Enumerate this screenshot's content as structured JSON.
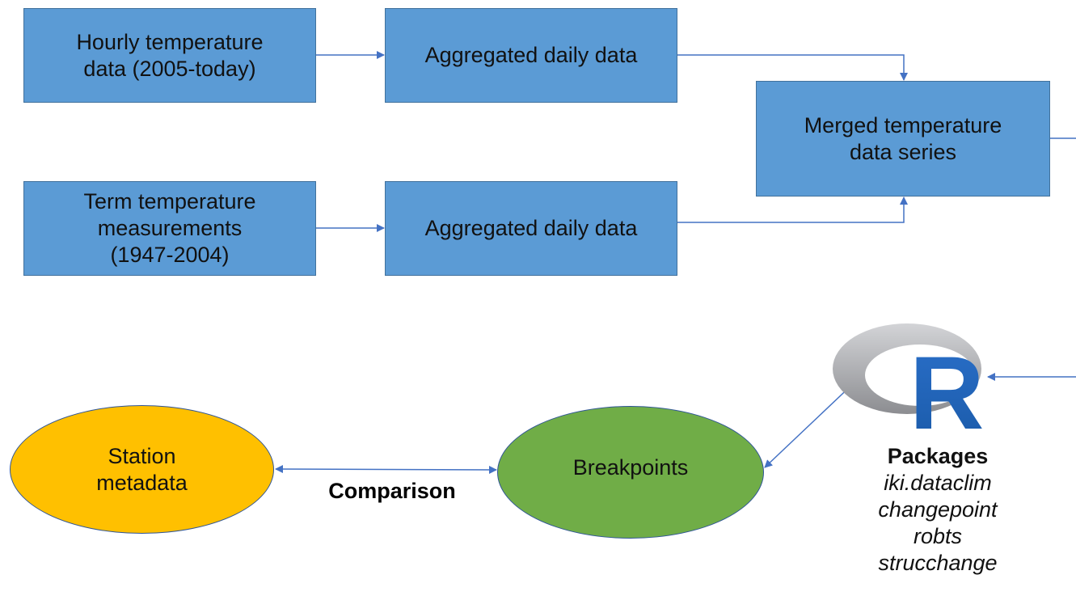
{
  "nodes": {
    "hourly": "Hourly temperature\ndata (2005-today)",
    "agg_top": "Aggregated daily data",
    "merged": "Merged temperature\ndata series",
    "term": "Term temperature\nmeasurements\n(1947-2004)",
    "agg_bottom": "Aggregated daily data",
    "station": "Station\nmetadata",
    "breakpoints": "Breakpoints"
  },
  "labels": {
    "comparison": "Comparison"
  },
  "r_logo": {
    "letter": "R",
    "icon": "r-logo-icon"
  },
  "packages": {
    "title": "Packages",
    "items": [
      "iki.dataclim",
      "changepoint",
      "robts",
      "strucchange"
    ]
  },
  "colors": {
    "box_fill": "#5b9bd5",
    "box_border": "#41719c",
    "station_fill": "#ffc000",
    "station_border": "#2f5597",
    "breakpoints_fill": "#70ad47",
    "breakpoints_border": "#2f5597",
    "connector": "#4472c4",
    "r_blue": "#1f62b8",
    "r_ring": "#a8a9ad"
  }
}
